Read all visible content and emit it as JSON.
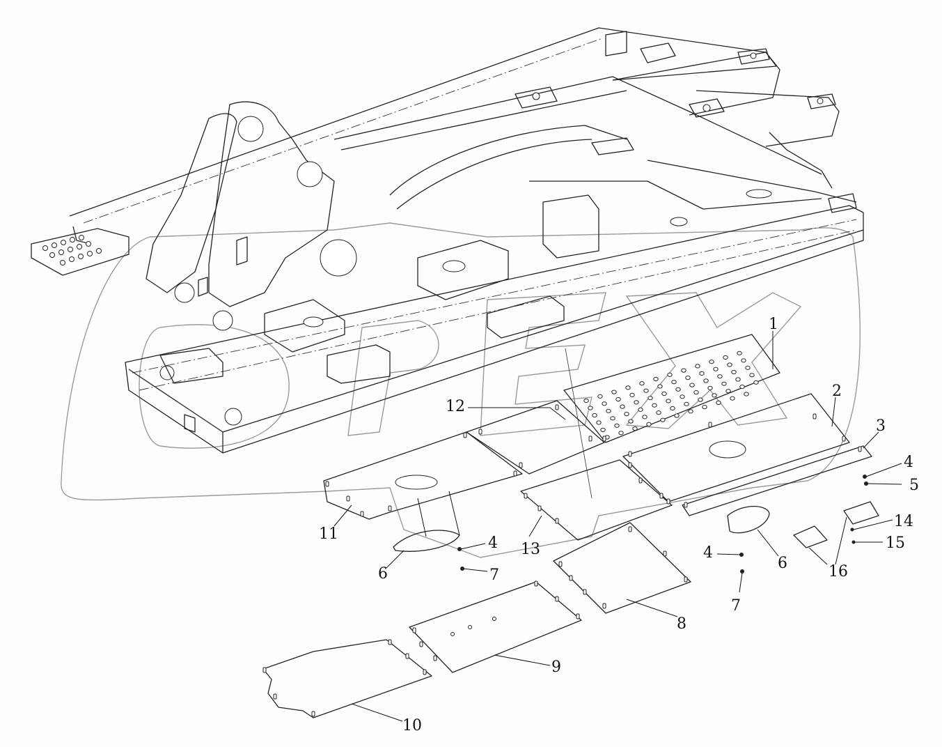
{
  "watermark": "OPEX",
  "corner_tag": "",
  "callouts": [
    {
      "id": "c1",
      "label": "1"
    },
    {
      "id": "c2",
      "label": "2"
    },
    {
      "id": "c3",
      "label": "3"
    },
    {
      "id": "c4a",
      "label": "4"
    },
    {
      "id": "c5",
      "label": "5"
    },
    {
      "id": "c11",
      "label": "11"
    },
    {
      "id": "c12",
      "label": "12"
    },
    {
      "id": "c6a",
      "label": "6"
    },
    {
      "id": "c4b",
      "label": "4"
    },
    {
      "id": "c7a",
      "label": "7"
    },
    {
      "id": "c13",
      "label": "13"
    },
    {
      "id": "c4c",
      "label": "4"
    },
    {
      "id": "c6b",
      "label": "6"
    },
    {
      "id": "c7b",
      "label": "7"
    },
    {
      "id": "c8",
      "label": "8"
    },
    {
      "id": "c16",
      "label": "16"
    },
    {
      "id": "c14",
      "label": "14"
    },
    {
      "id": "c15",
      "label": "15"
    },
    {
      "id": "c9",
      "label": "9"
    },
    {
      "id": "c10",
      "label": "10"
    }
  ]
}
